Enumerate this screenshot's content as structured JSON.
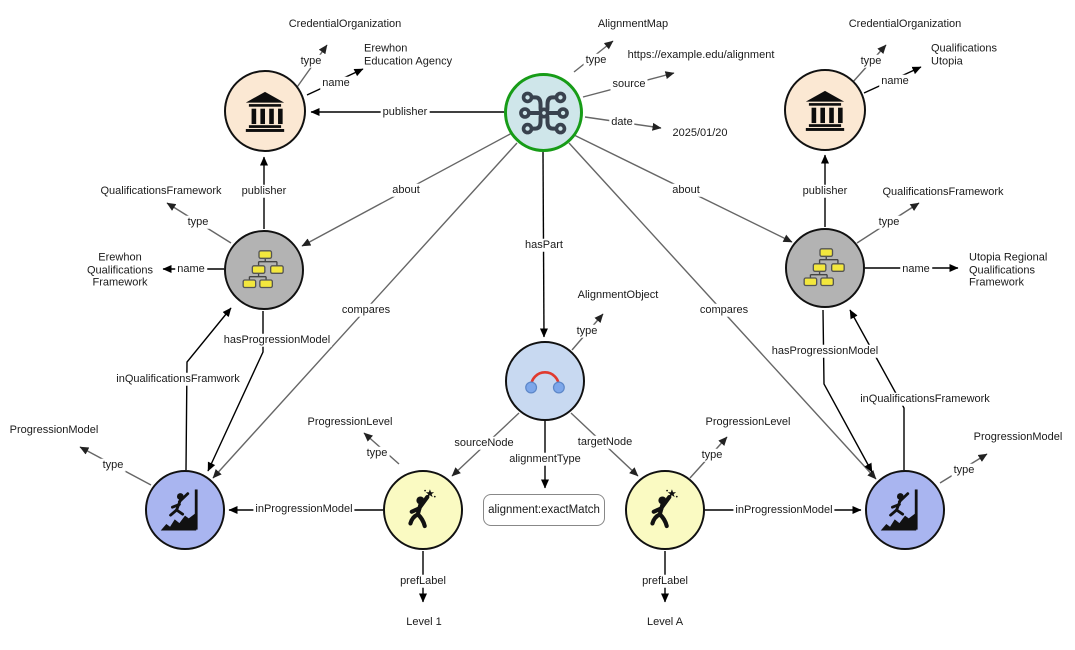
{
  "edge_labels": {
    "type": "type",
    "publisher": "publisher",
    "name": "name",
    "about": "about",
    "compares": "compares",
    "source": "source",
    "date": "date",
    "has_part": "hasPart",
    "has_progression_model": "hasProgressionModel",
    "in_qualifications_framwork_left": "inQualificationsFramwork",
    "in_qualifications_framework_right": "inQualificationsFramework",
    "source_node": "sourceNode",
    "target_node": "targetNode",
    "alignment_type": "alignmentType",
    "in_progression_model": "inProgressionModel",
    "pref_label": "prefLabel"
  },
  "nodes": {
    "alignment_map": {
      "icon": "merge-map-icon",
      "type": "AlignmentMap",
      "source": "https://example.edu/alignment",
      "date": "2025/01/20"
    },
    "left_organization": {
      "icon": "bank-icon",
      "type": "CredentialOrganization",
      "name": "Erewhon\nEducation Agency"
    },
    "right_organization": {
      "icon": "bank-icon",
      "type": "CredentialOrganization",
      "name": "Qualifications\nUtopia"
    },
    "left_framework": {
      "icon": "org-chart-icon",
      "type": "QualificationsFramework",
      "name": "Erewhon\nQualifications\nFramework"
    },
    "right_framework": {
      "icon": "org-chart-icon",
      "type": "QualificationsFramework",
      "name": "Utopia Regional\nQualifications\nFramework"
    },
    "alignment_object": {
      "icon": "arc-link-icon",
      "type": "AlignmentObject",
      "alignment_type_value": "alignment:exactMatch"
    },
    "left_progression_model": {
      "icon": "climber-icon",
      "type": "ProgressionModel"
    },
    "right_progression_model": {
      "icon": "climber-icon",
      "type": "ProgressionModel"
    },
    "left_progression_level": {
      "icon": "dancer-icon",
      "type": "ProgressionLevel",
      "pref_label": "Level 1"
    },
    "right_progression_level": {
      "icon": "dancer-icon",
      "type": "ProgressionLevel",
      "pref_label": "Level A"
    }
  },
  "colors": {
    "organization_fill": "#fbe8d3",
    "alignment_map_fill": "#cfe6ea",
    "alignment_map_border": "#179c17",
    "framework_fill": "#b3b3b3",
    "alignment_object_fill": "#c8d9f1",
    "level_fill": "#fafac2",
    "model_fill": "#a9b5f0",
    "edge_gray": "#666666",
    "edge_black": "#000000"
  }
}
